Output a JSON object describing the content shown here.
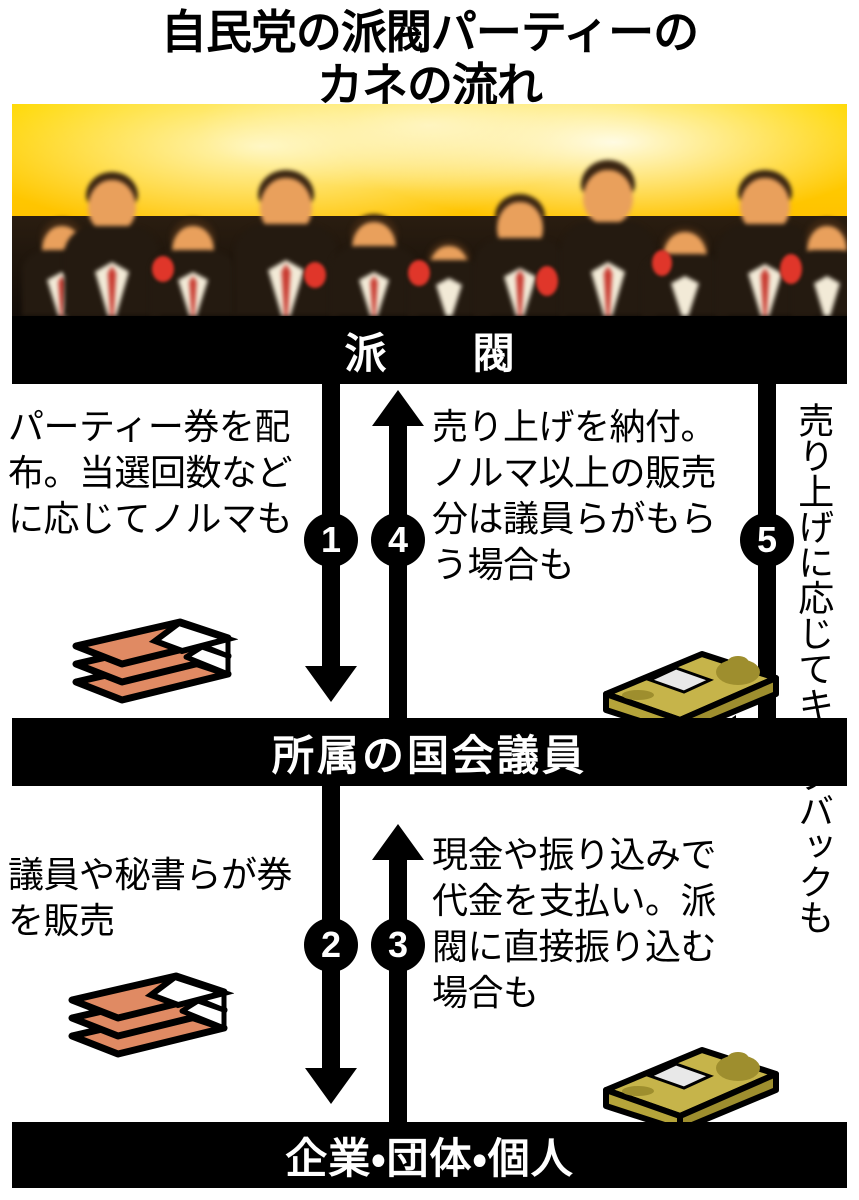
{
  "title": {
    "line1": "自民党の派閥パーティーの",
    "line2": "カネの流れ"
  },
  "photo": {
    "alt": "自民党派閥のパーティー会場に並ぶ議員たちの写真",
    "caption": ""
  },
  "nodes": {
    "faction": "派　閥",
    "members": "所属の国会議員",
    "payers": "企業・団体・個人"
  },
  "steps": [
    {
      "number": "1",
      "direction": "down",
      "from": "faction",
      "to": "members",
      "text": "パーティー券を配布。当選回数などに応じてノルマも",
      "icon": "ticket-stack-icon"
    },
    {
      "number": "2",
      "direction": "down",
      "from": "members",
      "to": "payers",
      "text": "議員や秘書らが券を販売",
      "icon": "ticket-stack-icon"
    },
    {
      "number": "3",
      "direction": "up",
      "from": "payers",
      "to": "members",
      "text": "現金や振り込みで代金を支払い。派閥に直接振り込む場合も",
      "icon": "money-bundle-icon"
    },
    {
      "number": "4",
      "direction": "up",
      "from": "members",
      "to": "faction",
      "text": "売り上げを納付。ノルマ以上の販売分は議員らがもらう場合も",
      "icon": "money-bundle-icon"
    },
    {
      "number": "5",
      "direction": "down-left",
      "from": "faction",
      "to": "members",
      "text": "売り上げに応じてキックバックも",
      "icon": "money-bundle-icon"
    }
  ],
  "colors": {
    "background": "#ffffff",
    "bar_fill": "#000000",
    "bar_text": "#ffffff",
    "arrow": "#000000",
    "ticket": "#e08a63",
    "money": "#b5a43a",
    "money_band": "#e8e8e8",
    "photo_backdrop": "#ffc200"
  }
}
